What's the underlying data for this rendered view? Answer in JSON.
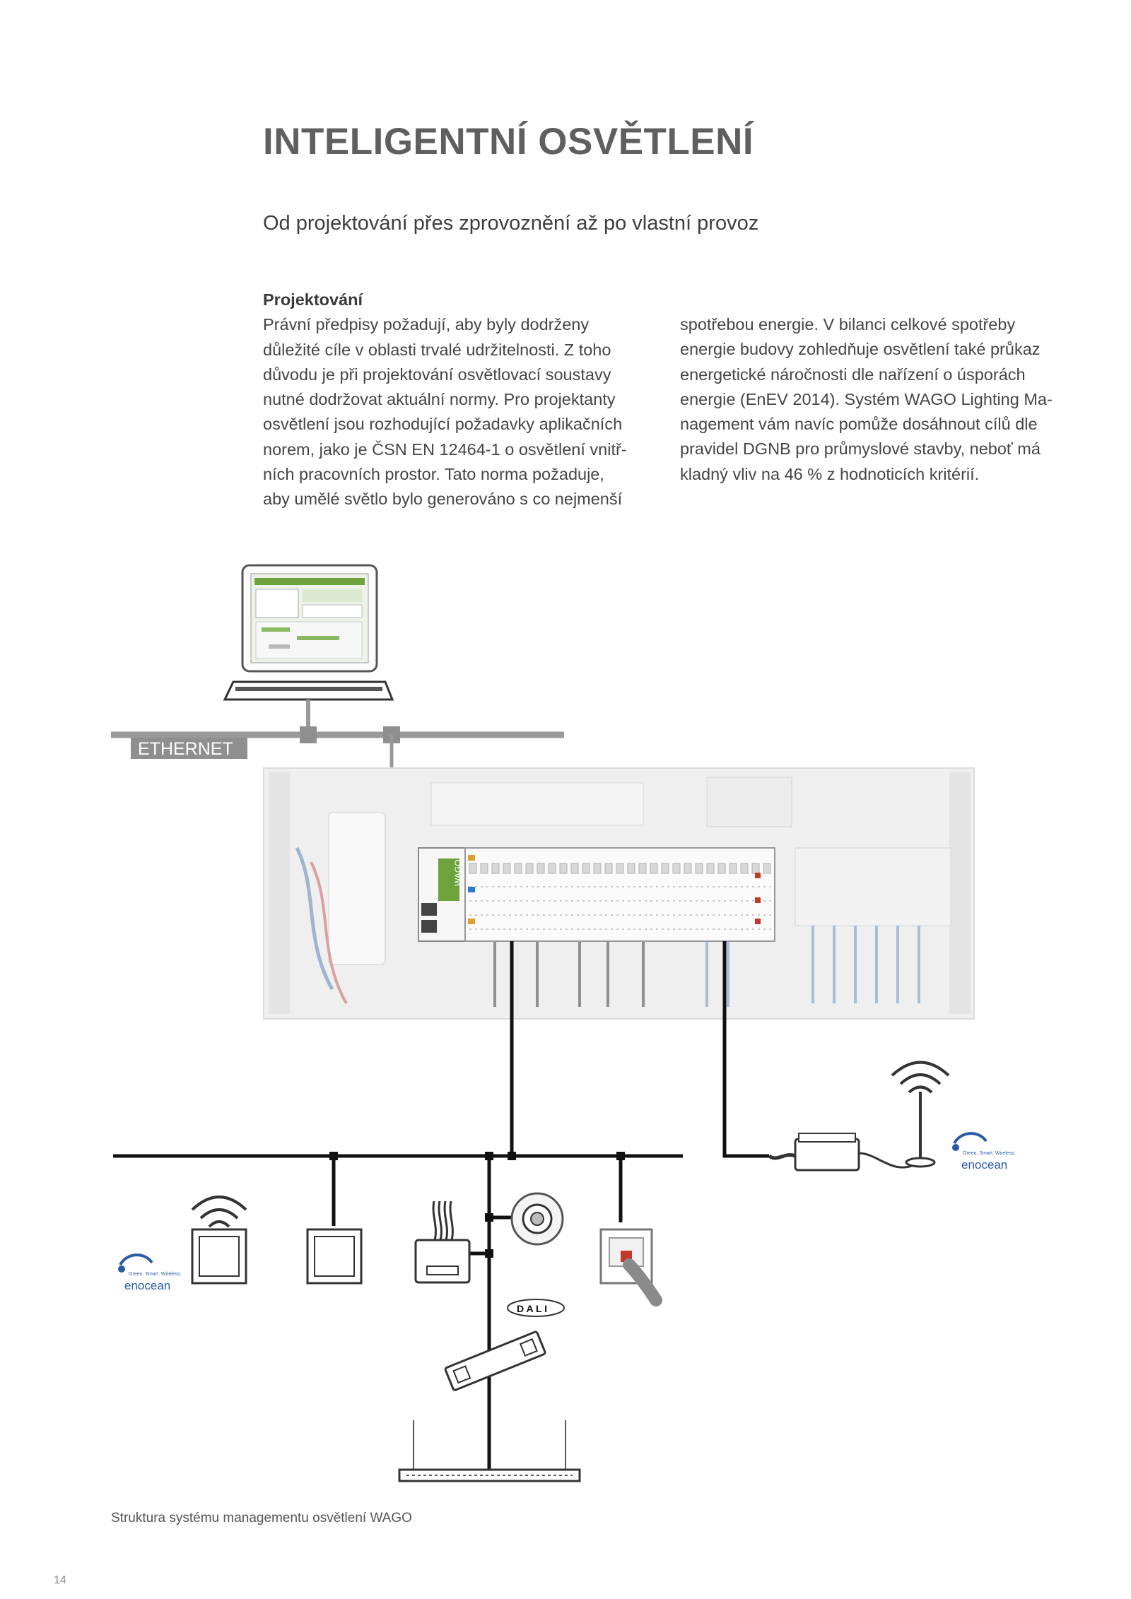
{
  "title": "INTELIGENTNÍ OSVĚTLENÍ",
  "subtitle": "Od projektování přes zprovoznění až po vlastní provoz",
  "section": {
    "heading": "Projektování",
    "column_left": "Právní předpisy požadují, aby byly dodrženy\ndůležité cíle v oblasti trvalé udržitelnosti. Z toho\ndůvodu je při projektování osvětlovací soustavy\nnutné dodržovat aktuální normy.  Pro projektanty\nosvětlení jsou rozhodující požadavky aplikačních\nnorem, jako je ČSN EN 12464-1 o osvětlení vnitř-\nních pracovních prostor. Tato norma požaduje,\naby umělé světlo bylo generováno s co nejmenší",
    "column_right": "spotřebou energie. V bilanci celkové spotřeby\nenergie budovy zohledňuje osvětlení také průkaz\nenergetické náročnosti dle nařízení o úsporách\nenergie (EnEV 2014). Systém WAGO Lighting Ma-\nnagement vám navíc pomůže dosáhnout cílů dle\npravidel DGNB pro průmyslové stavby, neboť má\nkladný vliv na 46 % z hodnoticích kritérií."
  },
  "diagram": {
    "ethernet_label": "ETHERNET",
    "dali_label": "D A L I",
    "enocean_tagline": "Green. Smart. Wireless.",
    "enocean_label": "enocean",
    "controller_brand": "WAGO"
  },
  "caption": "Struktura systému managementu osvětlení WAGO",
  "page_number": "14",
  "colors": {
    "title": "#5f5f5f",
    "bus_line": "#111111",
    "ethernet_line": "#9a9a9a",
    "wago_green": "#6ea23c",
    "enocean_blue": "#2a5aa6"
  }
}
